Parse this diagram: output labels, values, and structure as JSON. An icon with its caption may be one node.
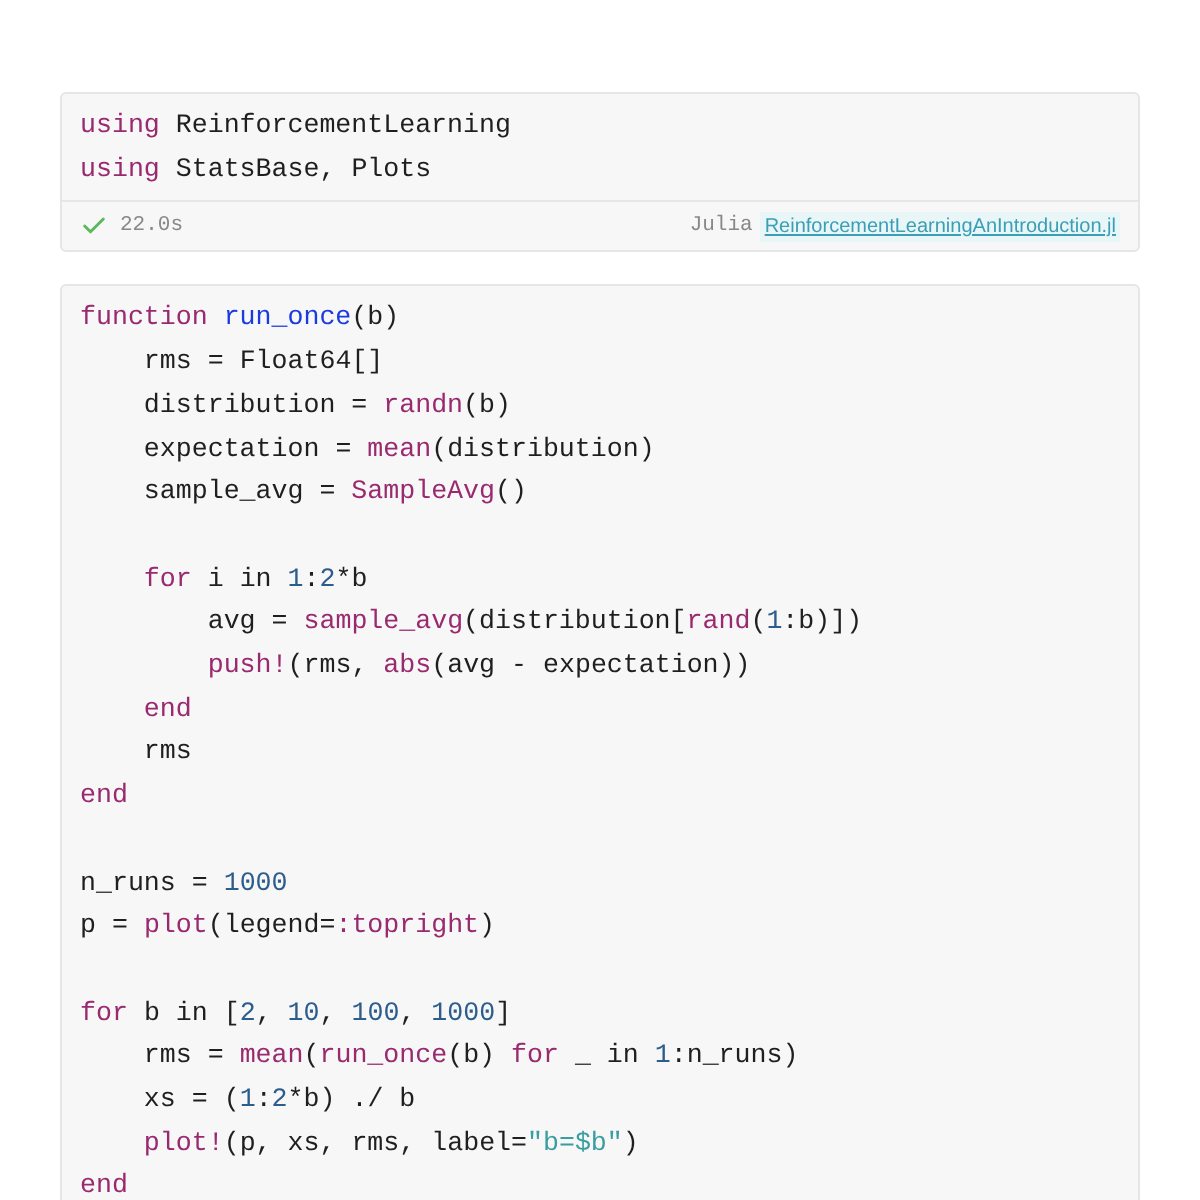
{
  "diagram": {
    "nodes": [
      {
        "text": [],
        "shape": "box"
      },
      {
        "text": [
          "using ReinforcementLearning",
          "using StatsBase, Plots"
        ],
        "in": 0
      },
      {
        "text": [],
        "shape": "box"
      },
      {
        "text": [
          "function run_once(b)",
          "    rms = Float64[]",
          "    distribution = randn(b)",
          "    expectation = mean(distribution)",
          "    sample_avg = SampleAvg()"
        ],
        "in": 2
      },
      {
        "text": [
          "    for i in 1:2*b",
          "        avg = sample_avg(distribution[rand(1:b)])",
          "        push!(rms, abs(avg - expectation))",
          "    end",
          "    rms",
          "end"
        ],
        "in": 2
      },
      {
        "text": [
          "n_runs = 1000",
          "p = plot(legend=:topright)"
        ],
        "in": 2
      },
      {
        "text": [
          "for b in [2, 10, 100, 1000]",
          "    rms = mean(run_once(b) for _ in 1:n_runs)",
          "    xs = (1:2*b) ./ b",
          "    plot!(p, xs, rms, label=\"b=$b\")",
          "end"
        ],
        "in": 2
      }
    ],
    "edges": [],
    "labels": [
      "22.0s",
      "Julia",
      "ReinforcementLearningAnIntroduction.jl"
    ]
  }
}
